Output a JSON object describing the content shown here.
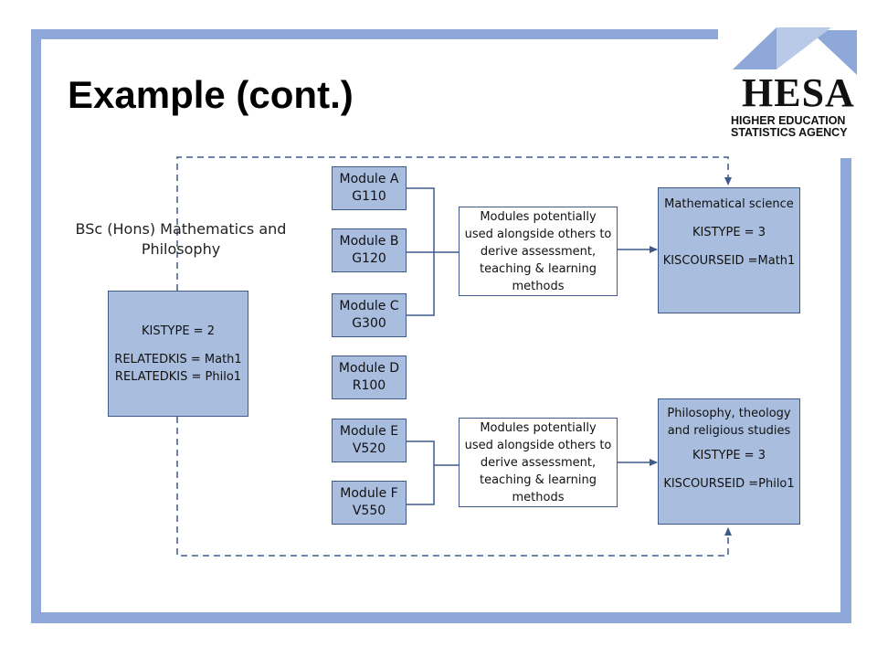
{
  "slide": {
    "title": "Example (cont.)",
    "logo": {
      "name": "HESA",
      "line1": "HIGHER EDUCATION",
      "line2": "STATISTICS AGENCY"
    }
  },
  "course": {
    "title": "BSc (Hons) Mathematics and Philosophy",
    "kistype": "KISTYPE = 2",
    "related1": "RELATEDKIS = Math1",
    "related2": "RELATEDKIS = Philo1"
  },
  "modules": [
    {
      "name": "Module A",
      "code": "G110"
    },
    {
      "name": "Module B",
      "code": "G120"
    },
    {
      "name": "Module C",
      "code": "G300"
    },
    {
      "name": "Module D",
      "code": "R100"
    },
    {
      "name": "Module E",
      "code": "V520"
    },
    {
      "name": "Module F",
      "code": "V550"
    }
  ],
  "usage": {
    "top": [
      "Modules potentially",
      "used alongside others to",
      "derive assessment,",
      "teaching & learning",
      "methods"
    ],
    "bottom": [
      "Modules potentially",
      "used alongside others to",
      "derive assessment,",
      "teaching & learning",
      "methods"
    ]
  },
  "kis": {
    "math": {
      "title": "Mathematical science",
      "kistype": "KISTYPE = 3",
      "courseid": "KISCOURSEID =Math1"
    },
    "philo": {
      "title1": "Philosophy, theology",
      "title2": "and religious studies",
      "kistype": "KISTYPE = 3",
      "courseid": "KISCOURSEID =Philo1"
    }
  },
  "colors": {
    "frame": "#8ea9d9",
    "box_fill": "#a9bedf",
    "box_border": "#3d5a8a"
  }
}
